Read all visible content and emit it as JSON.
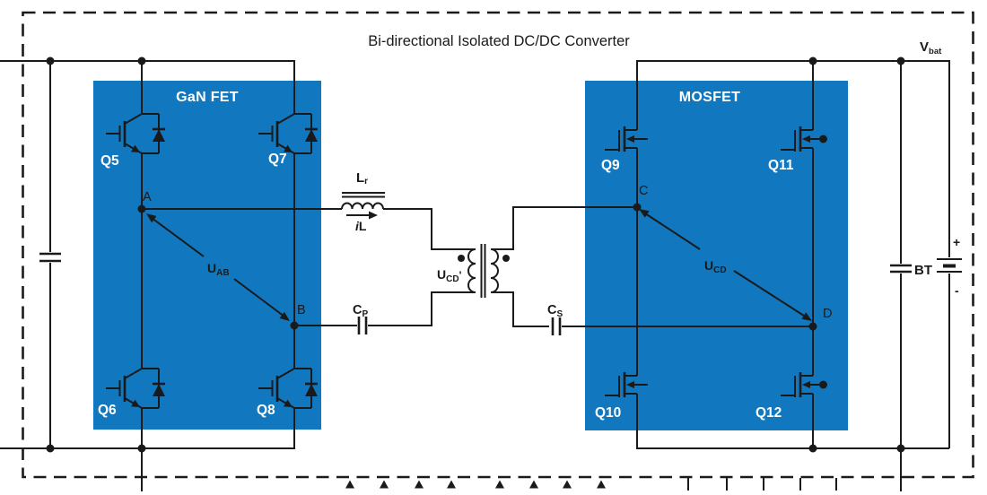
{
  "title": "Bi-directional Isolated DC/DC Converter",
  "colors": {
    "block_blue": "#1177BF",
    "line": "#1A1A1A",
    "text_on_blue": "#FFFFFF",
    "background": "#FFFFFF"
  },
  "blocks": {
    "gan": "GaN FET",
    "mosfet": "MOSFET"
  },
  "transistors": {
    "q5": "Q5",
    "q6": "Q6",
    "q7": "Q7",
    "q8": "Q8",
    "q9": "Q9",
    "q10": "Q10",
    "q11": "Q11",
    "q12": "Q12"
  },
  "nodes": {
    "a": "A",
    "b": "B",
    "c": "C",
    "d": "D"
  },
  "labels": {
    "inductor": {
      "main": "L",
      "sub": "r"
    },
    "inductor_current": {
      "main": "i",
      "sub": "L"
    },
    "cap_primary": {
      "main": "C",
      "sub": "P"
    },
    "cap_secondary": {
      "main": "C",
      "sub": "S"
    },
    "u_ab": {
      "main": "U",
      "sub": "AB"
    },
    "u_cd": {
      "main": "U",
      "sub": "CD"
    },
    "u_cd_prime": {
      "main": "U",
      "sub": "CD",
      "suffix": "'"
    },
    "v_bat": {
      "main": "V",
      "sub": "bat"
    },
    "battery": "BT",
    "battery_plus": "+",
    "battery_minus": "-"
  }
}
